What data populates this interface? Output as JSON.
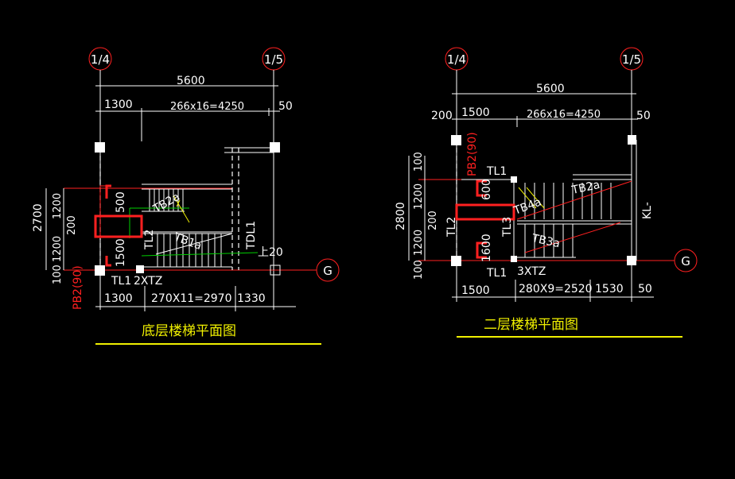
{
  "drawings": [
    {
      "title": "底层楼梯平面图",
      "axes": {
        "left": "1/4",
        "right": "1/5",
        "row": "G"
      },
      "dims": {
        "top_total": "5600",
        "top_left": "1300",
        "top_run": "266x16=4250",
        "top_right": "50",
        "bottom_left": "1300",
        "bottom_run": "270X11=2970",
        "bottom_right": "1330",
        "left_total": "2700",
        "left_seg_a": "1200",
        "left_seg_b": "200",
        "left_seg_c": "1200",
        "left_seg_d": "100",
        "landing_a": "500",
        "landing_b": "1500"
      },
      "labels": {
        "pb": "PB2(90)",
        "tl1": "TL1",
        "xtz": "2XTZ",
        "tl2": "TL2",
        "tb2": "TB2a",
        "tb1": "TB1a",
        "tdl1": "TDL1",
        "up": "上20"
      }
    },
    {
      "title": "二层楼梯平面图",
      "axes": {
        "left": "1/4",
        "right": "1/5",
        "row": "G"
      },
      "dims": {
        "top_total": "5600",
        "top_left_a": "200",
        "top_left": "1500",
        "top_run": "266x16=4250",
        "top_right": "50",
        "bottom_left": "1500",
        "bottom_run": "280X9=2520",
        "bottom_mid": "1530",
        "bottom_right": "50",
        "left_total": "2800",
        "left_seg_a": "100",
        "left_seg_b": "1200",
        "left_seg_c": "200",
        "left_seg_d": "1200",
        "left_seg_e": "100",
        "landing_a": "600",
        "landing_b": "1600"
      },
      "labels": {
        "pb": "PB2(90)",
        "tl1_top": "TL1",
        "tl1_bottom": "TL1",
        "xtz": "3XTZ",
        "tl2": "TL2",
        "tl3": "TL3",
        "tb2": "TB2a",
        "tb3": "TB3a",
        "tb4": "TB4a",
        "kl": "KL-"
      }
    }
  ]
}
